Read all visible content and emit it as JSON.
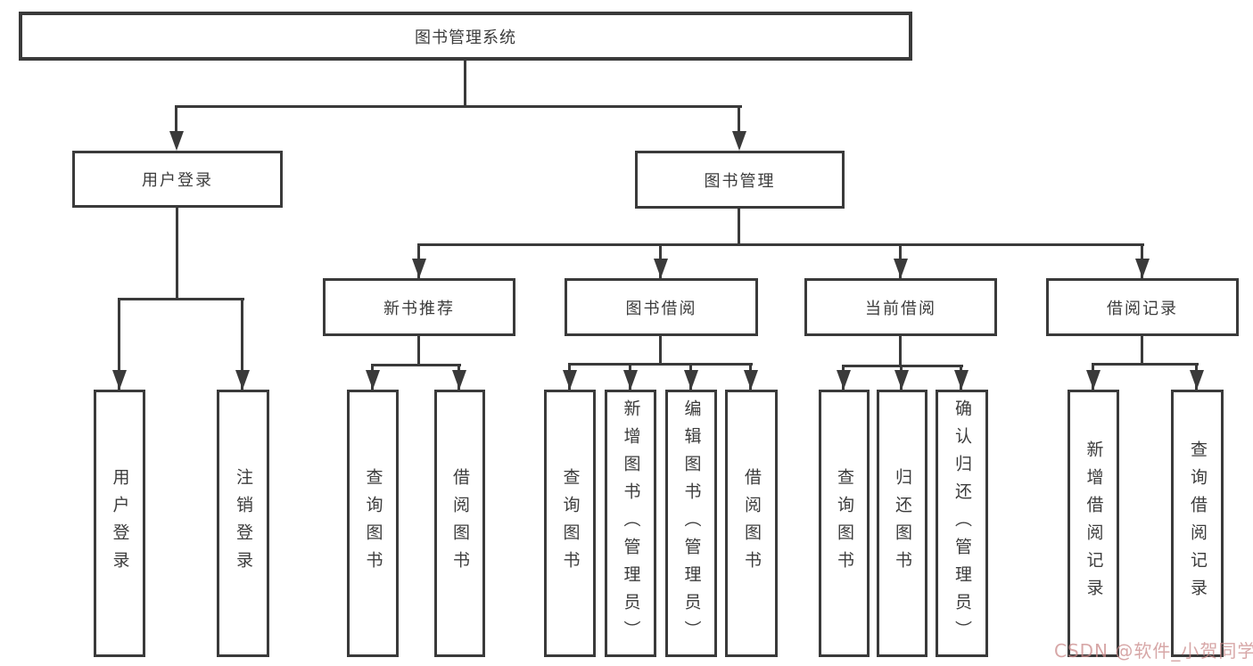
{
  "diagram": {
    "nodes": {
      "root": "图书管理系统",
      "user_login": "用户登录",
      "book_management": "图书管理",
      "new_book_recommend": "新书推荐",
      "book_borrow": "图书借阅",
      "current_borrow": "当前借阅",
      "borrow_records": "借阅记录",
      "ul_user_login": "用户登录",
      "ul_logout": "注销登录",
      "nr_query_books": "查询图书",
      "nr_borrow_books": "借阅图书",
      "bb_query_books": "查询图书",
      "bb_add_books": "新增图书（管理员）",
      "bb_edit_books": "编辑图书（管理员）",
      "bb_borrow_books": "借阅图书",
      "cb_query_books": "查询图书",
      "cb_return_books": "归还图书",
      "cb_confirm_return": "确认归还（管理员）",
      "br_add_record": "新增借阅记录",
      "br_query_record": "查询借阅记录"
    },
    "colors": {
      "line": "#3a3a3a",
      "text": "#3c3c3c",
      "background": "#ffffff",
      "watermark": "#c98989"
    }
  },
  "watermark": {
    "text": "CSDN @软件_小贺同学"
  }
}
